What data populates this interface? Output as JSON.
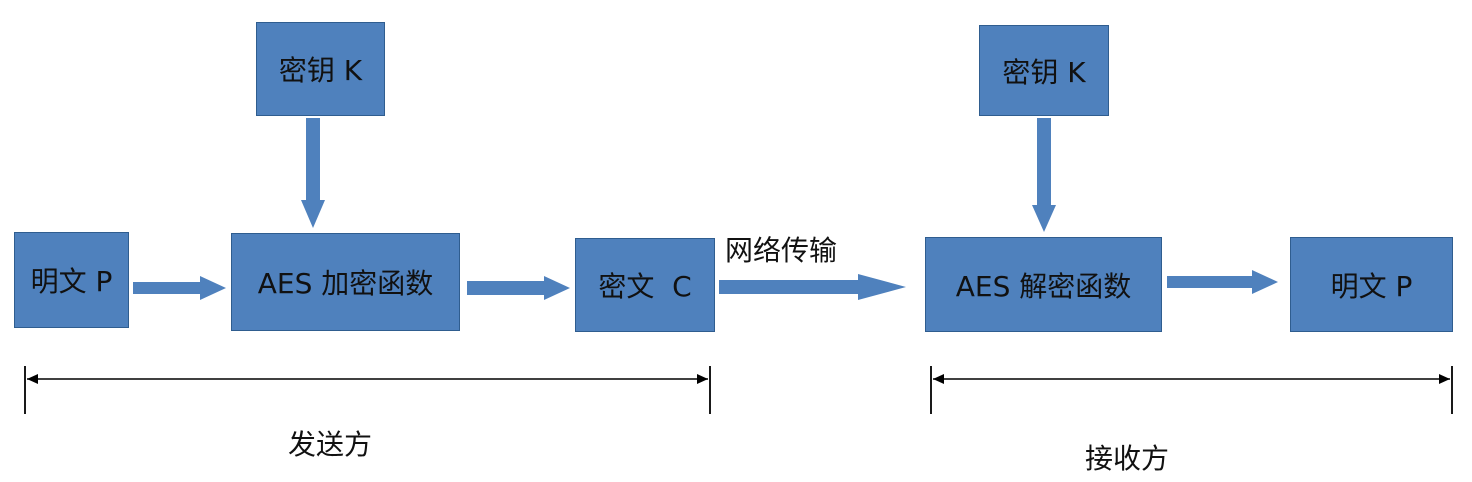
{
  "colors": {
    "box_fill": "#4f81bd",
    "box_border": "#2f5d8f",
    "arrow": "#4f81bd",
    "text": "#111111",
    "bracket": "#000000"
  },
  "sender": {
    "key_label": "密钥 K",
    "plaintext_label": "明文 P",
    "encrypt_label": "AES 加密函数",
    "ciphertext_label": "密文  C",
    "caption": "发送方"
  },
  "transmission_label": "网络传输",
  "receiver": {
    "key_label": "密钥 K",
    "decrypt_label": "AES 解密函数",
    "plaintext_label": "明文 P",
    "caption": "接收方"
  }
}
